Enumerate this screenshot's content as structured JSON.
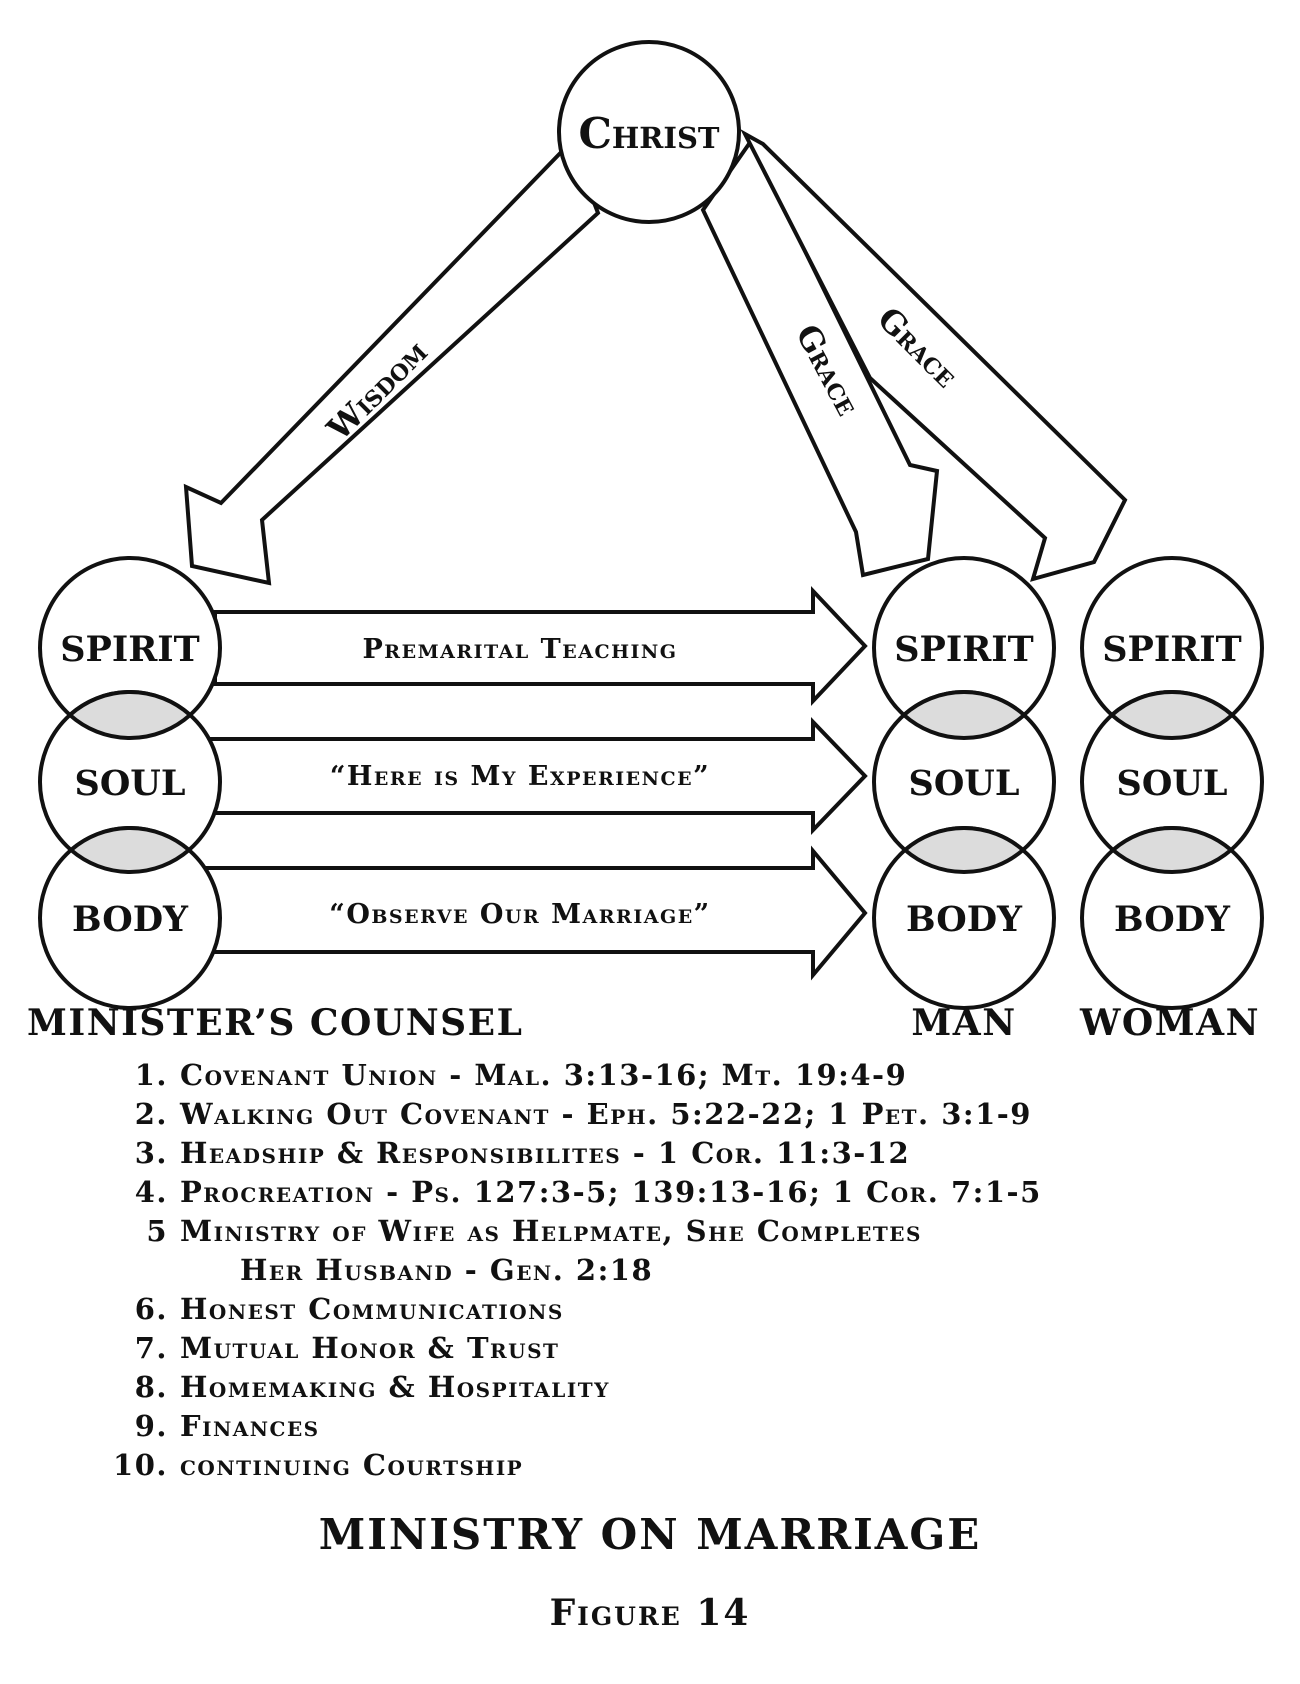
{
  "diagram": {
    "top": "Christ",
    "wisdom": "Wisdom",
    "grace_man": "Grace",
    "grace_woman": "Grace",
    "levels": [
      "SPIRIT",
      "SOUL",
      "BODY"
    ],
    "arrows": [
      "Premarital Teaching",
      "“Here is My Experience”",
      "“Observe Our Marriage”"
    ],
    "labels": {
      "counsel": "MINISTER’S COUNSEL",
      "man": "MAN",
      "woman": "WOMAN"
    }
  },
  "list": [
    {
      "num": "1.",
      "text": "Covenant Union - Mal. 3:13-16; Mt. 19:4-9"
    },
    {
      "num": "2.",
      "text": "Walking Out Covenant - Eph. 5:22-22; 1 Pet. 3:1-9"
    },
    {
      "num": "3.",
      "text": "Headship & Responsibilites - 1 Cor. 11:3-12"
    },
    {
      "num": "4.",
      "text": "Procreation - Ps. 127:3-5; 139:13-16; 1 Cor. 7:1-5"
    },
    {
      "num": "5",
      "text": "Ministry of Wife as Helpmate, She Completes",
      "cont": "Her Husband - Gen. 2:18"
    },
    {
      "num": "6.",
      "text": "Honest Communications"
    },
    {
      "num": "7.",
      "text": "Mutual Honor & Trust"
    },
    {
      "num": "8.",
      "text": "Homemaking & Hospitality"
    },
    {
      "num": "9.",
      "text": "Finances"
    },
    {
      "num": "10.",
      "text": "continuing Courtship"
    }
  ],
  "title": "MINISTRY ON MARRIAGE",
  "figure": "Figure 14",
  "colors": {
    "ink": "#111111",
    "overlap_fill": "#dcdcdc",
    "paper": "#ffffff"
  }
}
